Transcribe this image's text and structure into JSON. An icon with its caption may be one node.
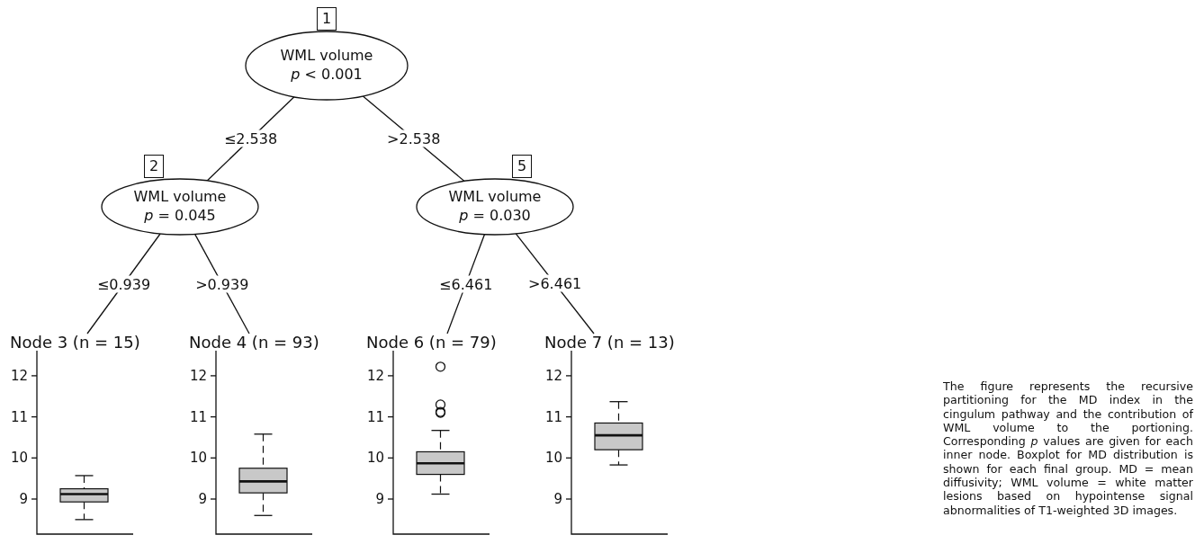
{
  "diagram": {
    "caption": "The figure represents the recursive partitioning for the MD index in the cingulum pathway and the contribution of WML volume to the portioning. Corresponding *p* values are given for each inner node. Boxplot for MD distribution is shown for each final group. MD = mean diffusivity; WML volume = white matter lesions based on hypointense signal abnormalities of T1-weighted 3D images.",
    "nodes": [
      {
        "text": [
          "1",
          "WML volume",
          "*p* < 0.001"
        ]
      },
      {
        "text": [
          "2",
          "WML volume",
          "*p* = 0.045"
        ]
      },
      {
        "text": [
          "Node 3 (n = 15)"
        ]
      },
      {
        "text": [
          "Node 4 (n = 93)"
        ]
      },
      {
        "text": [
          "5",
          "WML volume",
          "*p* = 0.030"
        ]
      },
      {
        "text": [
          "Node 6 (n = 79)"
        ]
      },
      {
        "text": [
          "Node 7 (n = 13)"
        ]
      }
    ],
    "edges": [
      {
        "from": 0,
        "to": 1,
        "arrow": "none",
        "label": "≤2.538"
      },
      {
        "from": 0,
        "to": 4,
        "arrow": "none",
        "label": ">2.538"
      },
      {
        "from": 1,
        "to": 2,
        "arrow": "none",
        "label": "≤0.939"
      },
      {
        "from": 1,
        "to": 3,
        "arrow": "none",
        "label": ">0.939"
      },
      {
        "from": 4,
        "to": 5,
        "arrow": "none",
        "label": "≤6.461"
      },
      {
        "from": 4,
        "to": 6,
        "arrow": "none",
        "label": ">6.461"
      }
    ],
    "labels": [
      "12",
      "11",
      "10",
      "9",
      "12",
      "11",
      "10",
      "9",
      "12",
      "11",
      "10",
      "9",
      "12",
      "11",
      "10",
      "9"
    ]
  }
}
